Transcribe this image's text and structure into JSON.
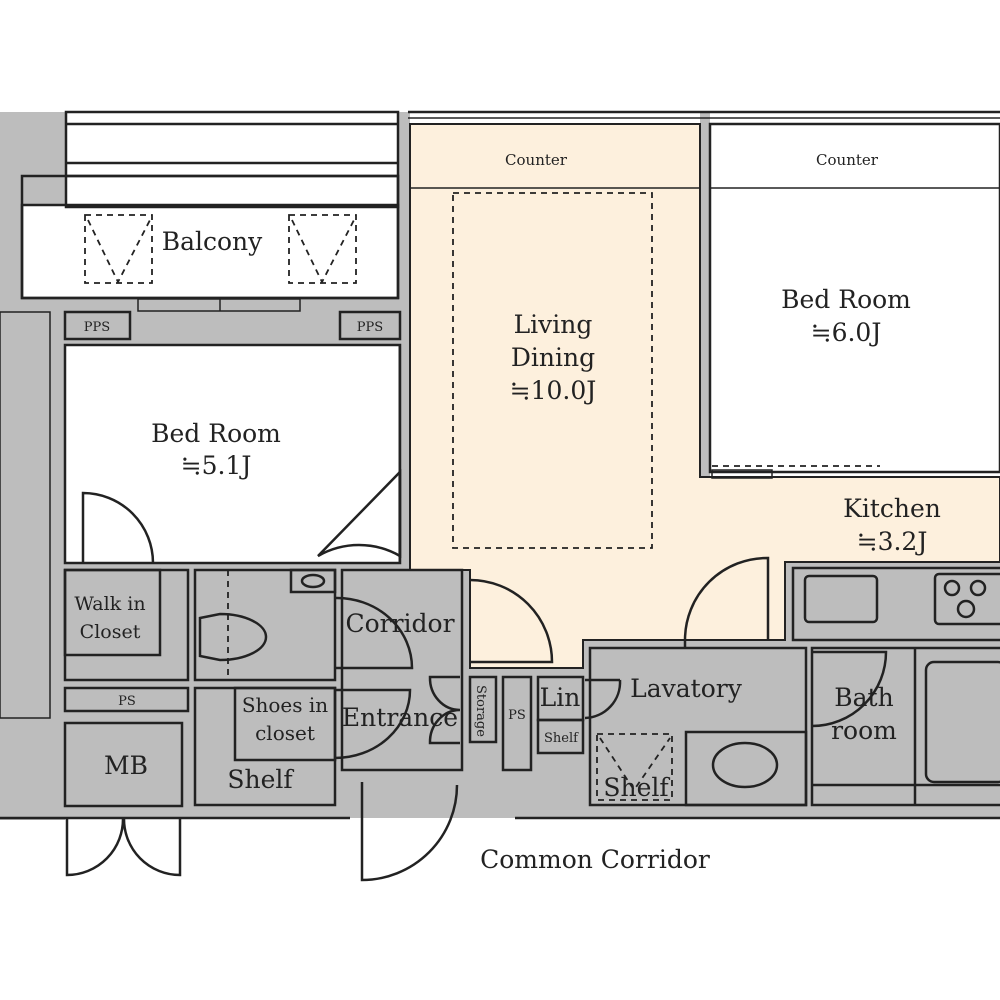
{
  "colors": {
    "wall": "#bdbdbd",
    "counter": "#e8d9b8",
    "living": "#fdf0dd",
    "bedroom": "#fdfbea",
    "wet": "#e6f2fb"
  },
  "rooms": {
    "balcony": "Balcony",
    "pps_left": "PPS",
    "pps_right": "PPS",
    "bedroom1": {
      "name": "Bed Room",
      "size": "≒5.1J"
    },
    "living": {
      "line1": "Living",
      "line2": "Dining",
      "size": "≒10.0J"
    },
    "counter_left": "Counter",
    "counter_right": "Counter",
    "bedroom2": {
      "name": "Bed Room",
      "size": "≒6.0J"
    },
    "kitchen": {
      "name": "Kitchen",
      "size": "≒3.2J"
    },
    "walkin": {
      "line1": "Walk in",
      "line2": "Closet"
    },
    "corridor": "Corridor",
    "entrance": "Entrance",
    "storage": "Storage",
    "ps_left": "PS",
    "ps_mid": "PS",
    "mb": "MB",
    "shoes": {
      "line1": "Shoes in",
      "line2": "closet"
    },
    "shelf_big": "Shelf",
    "lin": "Lin",
    "lin_shelf": "Shelf",
    "lavatory": "Lavatory",
    "lav_shelf": "Shelf",
    "bath": {
      "line1": "Bath",
      "line2": "room"
    },
    "common_corridor": "Common Corridor"
  }
}
